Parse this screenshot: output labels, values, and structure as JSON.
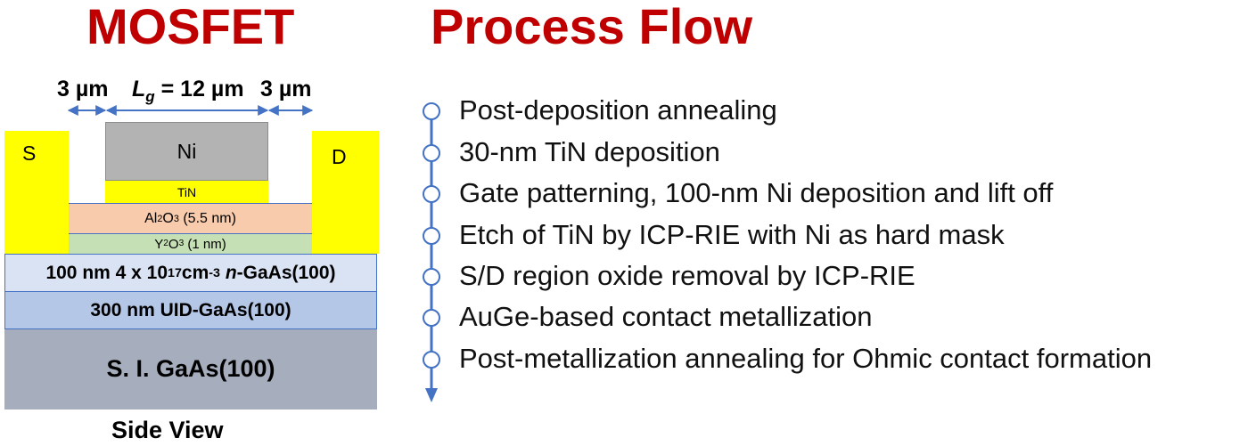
{
  "left_title": "MOSFET",
  "right_title": "Process Flow",
  "dimensions": {
    "left_spacing": "3 µm",
    "gate_length_symbol": "L",
    "gate_length_subscript": "g",
    "gate_length_value": " = 12 µm",
    "right_spacing": "3 µm"
  },
  "device": {
    "source": "S",
    "drain": "D",
    "gate_metal": "Ni",
    "tin": "TiN",
    "al2o3": {
      "al": "Al",
      "sub1": "2",
      "o": "O",
      "sub2": "3",
      "thickness": "(5.5 nm)"
    },
    "y2o3": {
      "y": "Y",
      "sub1": "2",
      "o": "O",
      "sub2": "3",
      "thickness": "(1 nm)"
    },
    "ngaas": {
      "prefix": "100 nm 4 x 10",
      "exp": "17",
      "unit": " cm",
      "unit_exp": "-3",
      "n": "n",
      "suffix": "-GaAs(100)"
    },
    "uid": "300 nm UID-GaAs(100)",
    "substrate": "S. I. GaAs(100)",
    "caption": "Side View"
  },
  "process_steps": [
    "Post-deposition annealing",
    "30-nm TiN deposition",
    "Gate patterning, 100-nm Ni deposition and lift off",
    "Etch of TiN by ICP-RIE with Ni as hard mask",
    "S/D region oxide removal by ICP-RIE",
    "AuGe-based contact metallization",
    "Post-metallization annealing for Ohmic contact formation"
  ],
  "colors": {
    "title": "#c00000",
    "arrow": "#4472c4",
    "contact": "#ffff00",
    "gate_ni": "#b3b3b3",
    "al2o3": "#f8cbad",
    "y2o3": "#c5e0b4",
    "ngaas": "#dae3f3",
    "uid": "#b4c7e7",
    "substrate": "#a6aebe"
  }
}
